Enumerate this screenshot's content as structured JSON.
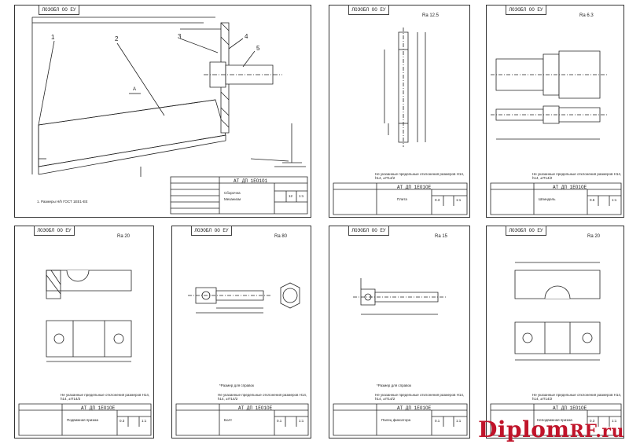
{
  "sheets": [
    {
      "id": "assembly",
      "top_code": "ЛОЭОБЛ ОО ЕУ",
      "stamp_code": "АТ ДП 1ЕО1О1",
      "title": "Сборочна",
      "subtitle": "Механизм",
      "cells": [
        "12",
        "1:1"
      ],
      "leaders": [
        "1",
        "2",
        "3",
        "4",
        "5"
      ],
      "section": "А",
      "note": "1. Размеры Н/h ГОСТ 1ЕЕ1-ЕЕ"
    },
    {
      "id": "plate",
      "top_code": "ЛОЭОБЛ ОО ЕУ",
      "rough": "Ra 12.5",
      "stamp_code": "АТ ДП 1ЕО1ОЕ",
      "title": "Плита",
      "cells": [
        "0.3",
        "1:1"
      ],
      "note": "Не указанные предельные отклонения размеров H14, h14, ±IT14/2"
    },
    {
      "id": "shaft",
      "top_code": "ЛОЭОБЛ ОО ЕУ",
      "rough": "Ra 6.3",
      "stamp_code": "АТ ДП 1ЕО1ОЕ",
      "title": "Шпиндель",
      "cells": [
        "0.6",
        "1:1"
      ],
      "note": "Не указанные предельные отклонения размеров H14, h14, ±IT14/2"
    },
    {
      "id": "clamp",
      "top_code": "ЛОЭОБЛ ОО ЕУ",
      "rough": "Ra 20",
      "stamp_code": "АТ ДП 1ЕО1ОЕ",
      "title": "Подвижная призма",
      "cells": [
        "0.3",
        "1:1"
      ],
      "note": "Не указанные предельные отклонения размеров H14, h14, ±IT14/2"
    },
    {
      "id": "bolt",
      "top_code": "ЛОЭОБЛ ОО ЕУ",
      "rough": "Ra 80",
      "stamp_code": "АТ ДП 1ЕО1ОЕ",
      "title": "Болт",
      "cells": [
        "0.1",
        "1:1"
      ],
      "pre_note": "*Размер для справок",
      "note": "Не указанные предельные отклонения размеров H14, h14, ±IT14/2"
    },
    {
      "id": "pin",
      "top_code": "ЛОЭОБЛ ОО ЕУ",
      "rough": "Ra 15",
      "stamp_code": "АТ ДП 1ЕО1ОЕ",
      "title": "Палец фиксатора",
      "cells": [
        "0.1",
        "1:1"
      ],
      "pre_note": "*Размер для справок",
      "note": "Не указанные предельные отклонения размеров H14, h14, ±IT14/2"
    },
    {
      "id": "prism",
      "top_code": "ЛОЭОБЛ ОО ЕУ",
      "rough": "Ra 20",
      "stamp_code": "АТ ДП 1ЕО1ОЕ",
      "title": "Неподвижная призма",
      "cells": [
        "0.3",
        "1:1"
      ],
      "note": "Не указанные предельные отклонения размеров H14, h14, ±IT14/2"
    }
  ],
  "watermark": {
    "text": "Diplom",
    "suffix": "RF.ru",
    "color": "#c0142a"
  }
}
